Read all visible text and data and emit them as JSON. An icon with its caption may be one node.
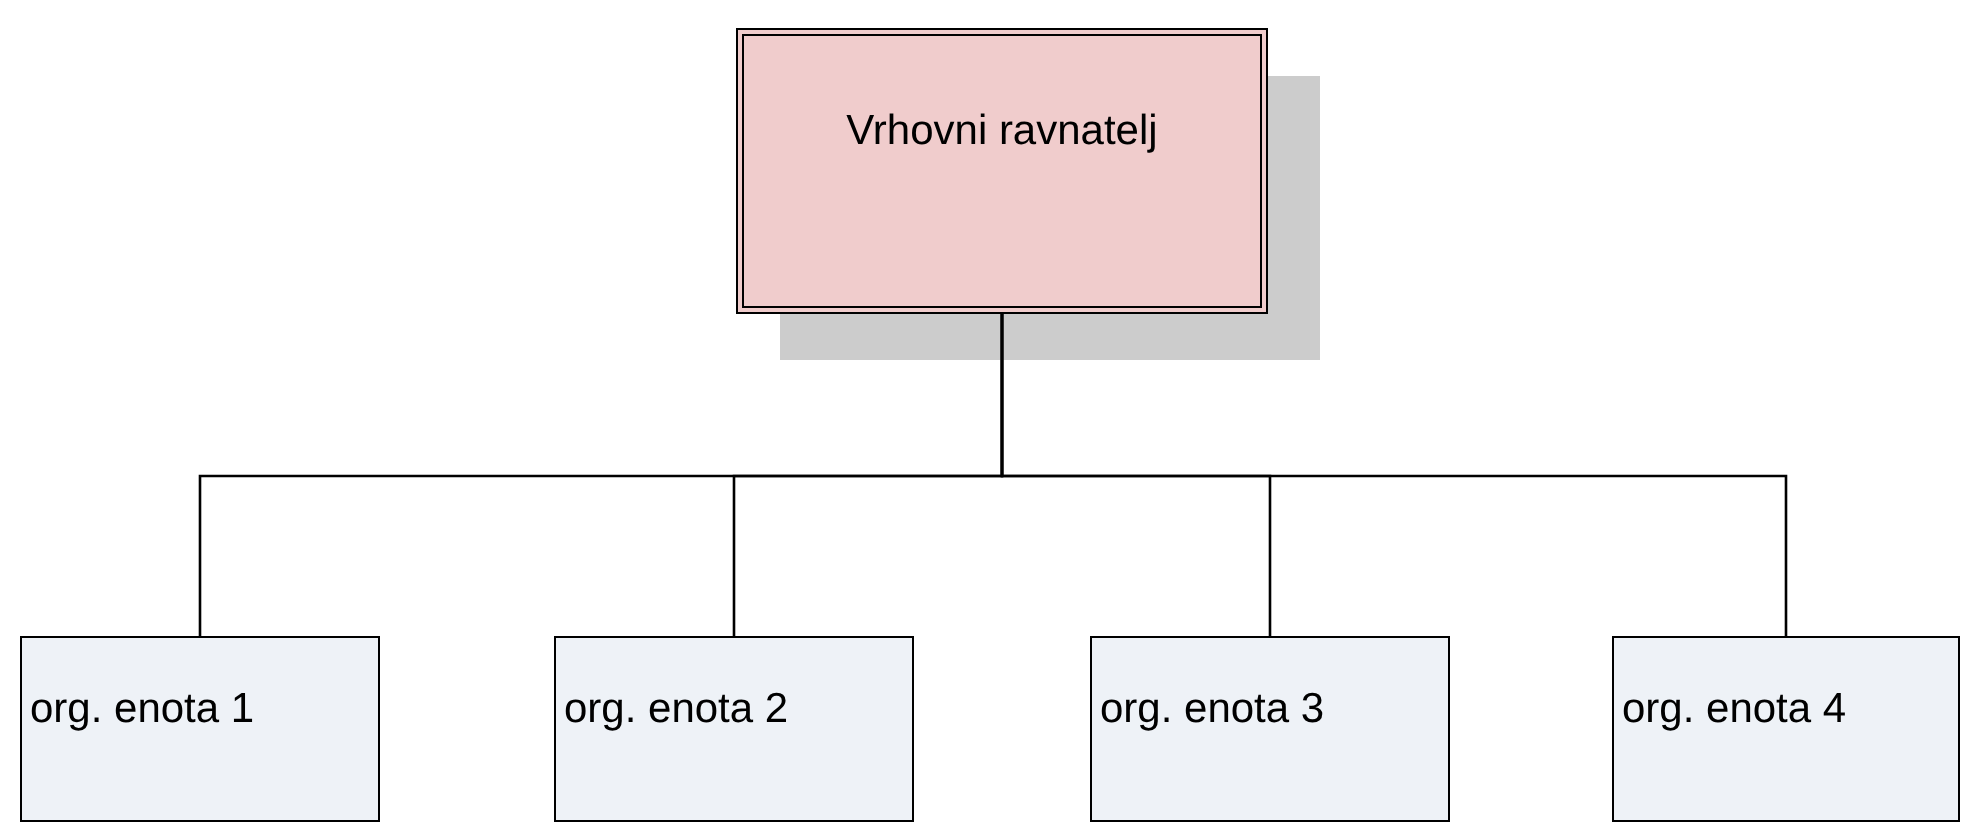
{
  "diagram": {
    "nodes": [
      {
        "text": [
          "Vrhovni ravnatelj"
        ]
      },
      {
        "text": [
          "org. enota 1"
        ]
      },
      {
        "text": [
          "org. enota 2"
        ]
      },
      {
        "text": [
          "org. enota 3"
        ]
      },
      {
        "text": [
          "org. enota 4"
        ]
      }
    ],
    "edges": [
      {
        "from": 0,
        "to": 1,
        "arrow": "none"
      },
      {
        "from": 0,
        "to": 2,
        "arrow": "none"
      },
      {
        "from": 0,
        "to": 3,
        "arrow": "none"
      },
      {
        "from": 0,
        "to": 4,
        "arrow": "none"
      }
    ]
  }
}
